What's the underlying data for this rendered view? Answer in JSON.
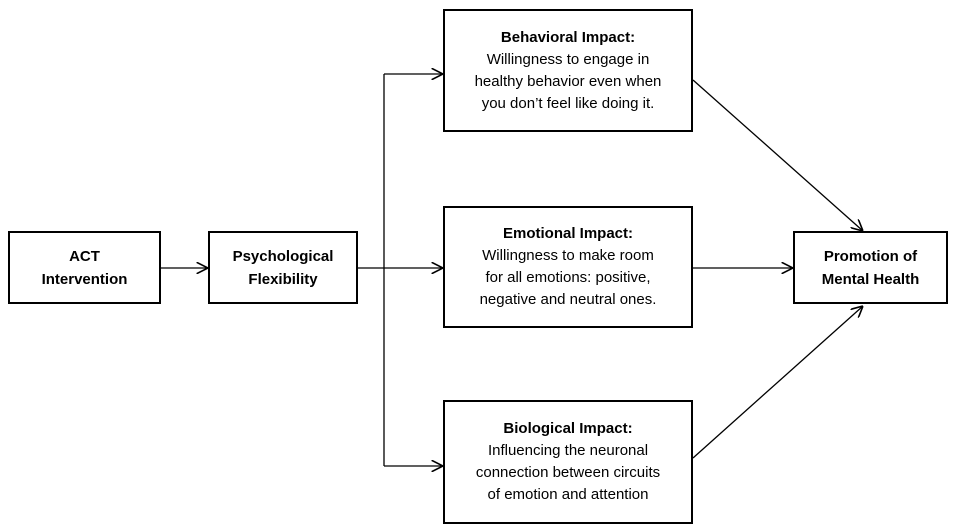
{
  "nodes": {
    "act": {
      "title_line1": "ACT",
      "title_line2": "Intervention"
    },
    "flex": {
      "title_line1": "Psychological",
      "title_line2": "Flexibility"
    },
    "behavioral": {
      "title": "Behavioral Impact:",
      "lines": [
        "Willingness to engage in",
        "healthy behavior even when",
        "you don’t feel like doing it."
      ]
    },
    "emotional": {
      "title": "Emotional Impact:",
      "lines": [
        "Willingness to make room",
        "for all emotions: positive,",
        "negative and neutral ones."
      ]
    },
    "biological": {
      "title": "Biological Impact:",
      "lines": [
        "Influencing the neuronal",
        "connection between circuits",
        "of emotion and attention"
      ]
    },
    "mental": {
      "title_line1": "Promotion of",
      "title_line2": "Mental Health"
    }
  },
  "edges": [
    {
      "from": "act",
      "to": "flex"
    },
    {
      "from": "flex",
      "to": "behavioral"
    },
    {
      "from": "flex",
      "to": "emotional"
    },
    {
      "from": "flex",
      "to": "biological"
    },
    {
      "from": "behavioral",
      "to": "mental"
    },
    {
      "from": "emotional",
      "to": "mental"
    },
    {
      "from": "biological",
      "to": "mental"
    }
  ]
}
